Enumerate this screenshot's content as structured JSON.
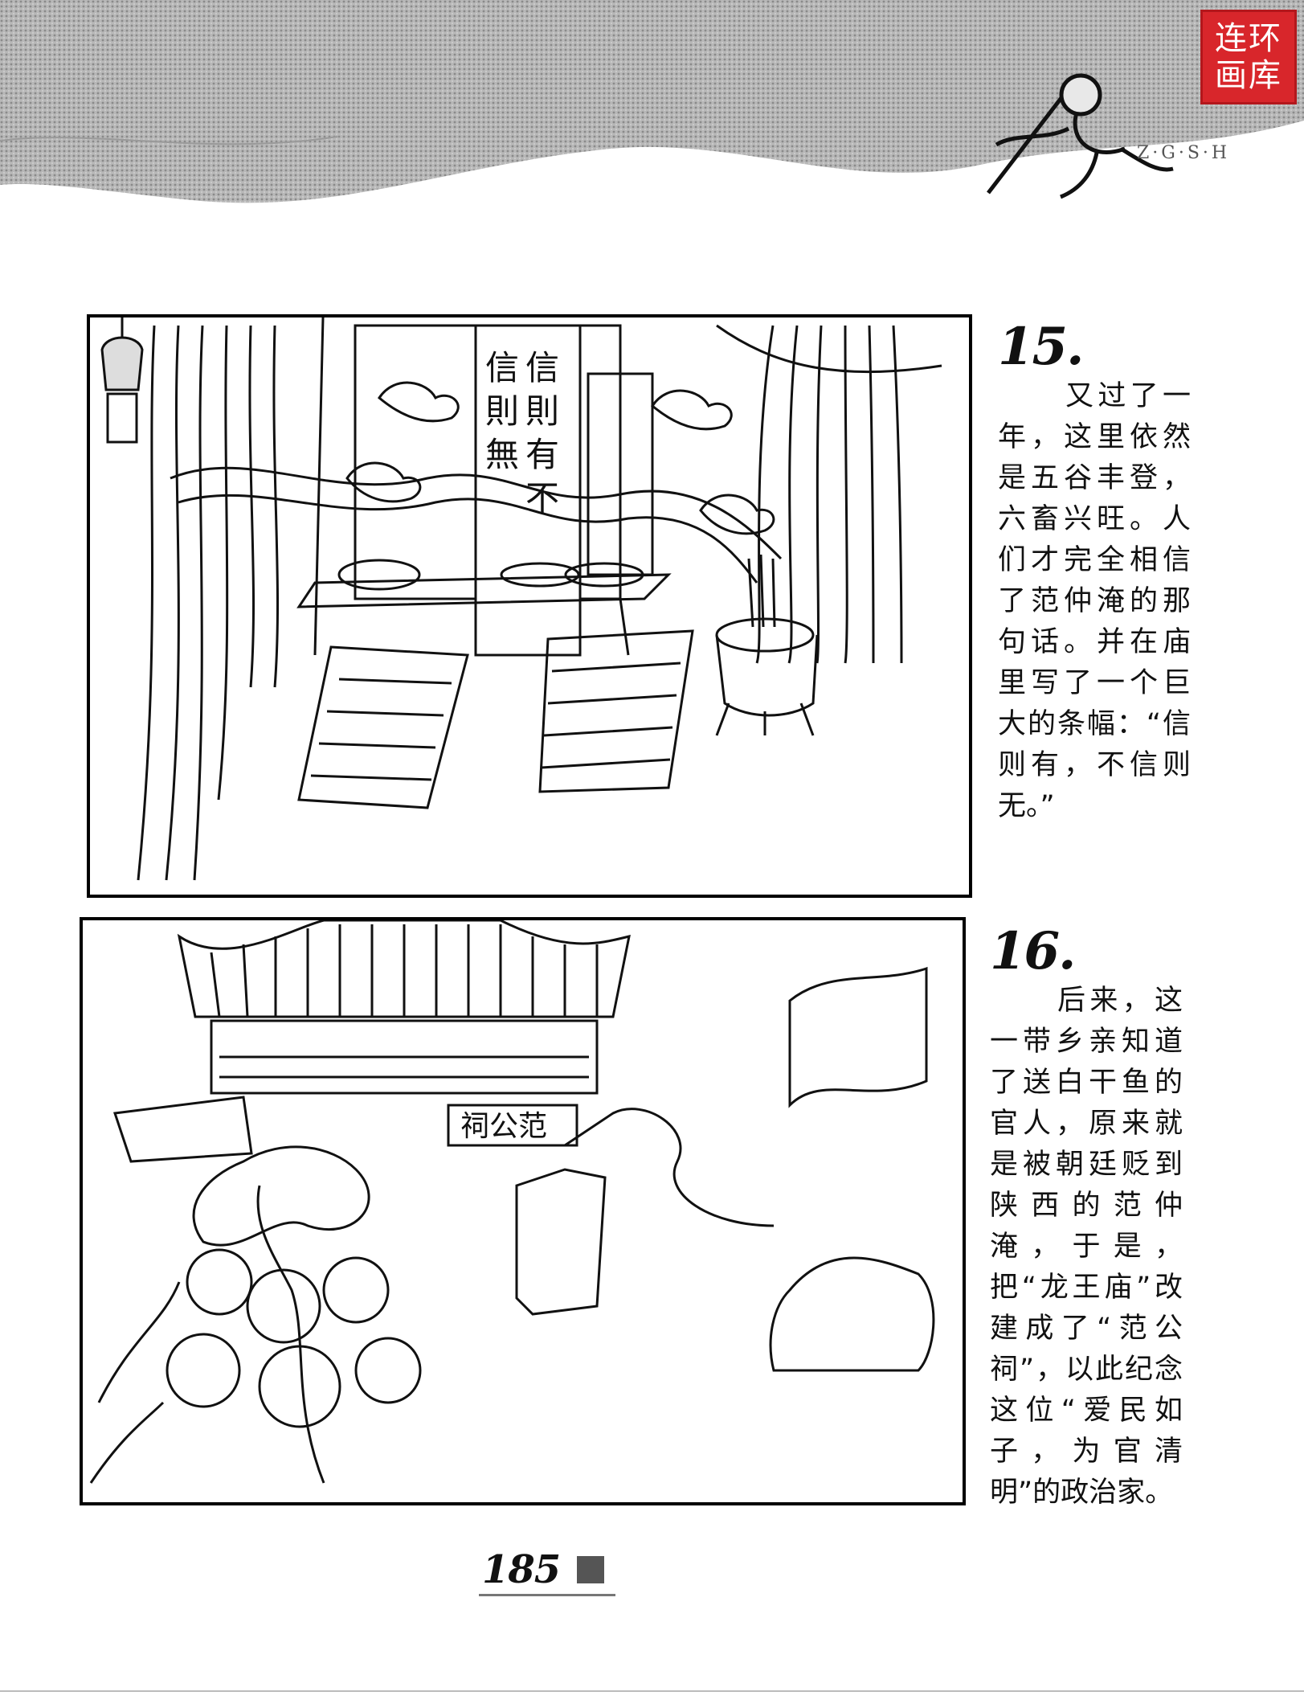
{
  "header": {
    "stamp_line1": "连环",
    "stamp_line2": "画库",
    "series_code": "Z·G·S·H"
  },
  "panels": [
    {
      "number": "15.",
      "caption": "又过了一年，这里依然是五谷丰登，六畜兴旺。人们才完全相信了范仲淹的那句话。并在庙里写了一个巨大的条幅：“信则有，不信则无。”",
      "banner_right": "信則有不",
      "banner_left": "信則無"
    },
    {
      "number": "16.",
      "caption": "后来，这一带乡亲知道了送白干鱼的官人，原来就是被朝廷贬到陕西的范仲淹，于是，把“龙王庙”改建成了“范公祠”，以此纪念这位“爱民如子，为官清明”的政治家。",
      "plaque": "祠公范"
    }
  ],
  "footer": {
    "page_number": "185"
  }
}
